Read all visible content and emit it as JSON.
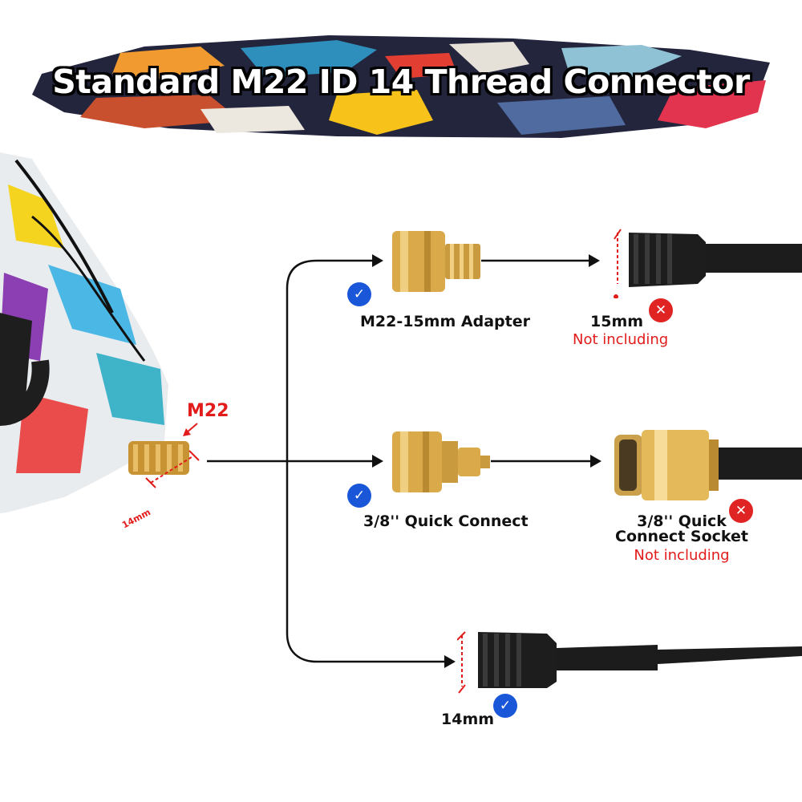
{
  "title": "Standard M22 ID 14 Thread Connector",
  "gun": {
    "thread_label": "M22",
    "inner_diameter": "14mm"
  },
  "options": [
    {
      "adapter": "M22-15mm Adapter",
      "hose_size": "15mm",
      "note": "Not including"
    },
    {
      "adapter": "3/8'' Quick Connect",
      "socket_line1": "3/8'' Quick",
      "socket_line2": "Connect Socket",
      "note": "Not including"
    },
    {
      "hose_size": "14mm"
    }
  ],
  "colors": {
    "accent_red": "#e21b1b",
    "check_blue": "#1a56d8",
    "brass": "#d9a94a",
    "hose_black": "#1c1c1c"
  },
  "icons": {
    "included": "check-circle-icon",
    "excluded": "x-circle-icon"
  }
}
